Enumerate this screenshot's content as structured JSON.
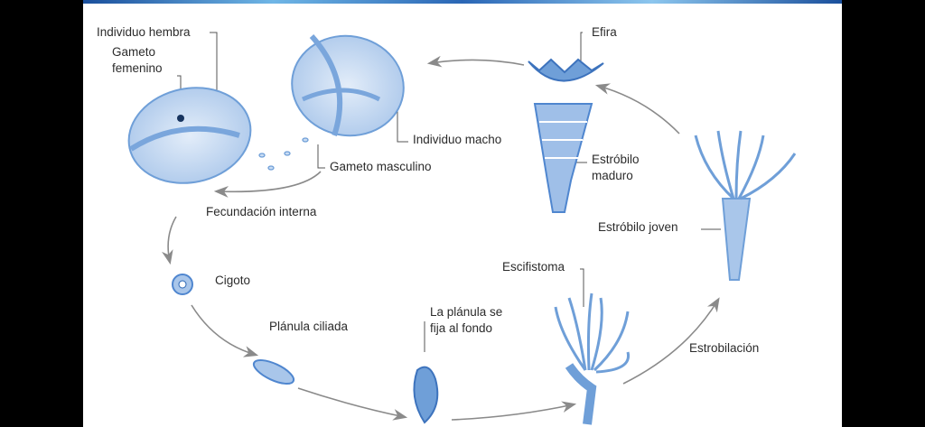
{
  "diagram": {
    "labels": {
      "female": "Individuo hembra",
      "female_gamete_1": "Gameto",
      "female_gamete_2": "femenino",
      "male": "Individuo macho",
      "male_gamete": "Gameto masculino",
      "fertilization": "Fecundación interna",
      "zygote": "Cigoto",
      "planula": "Plánula ciliada",
      "planula_fix_1": "La plánula se",
      "planula_fix_2": "fija al fondo",
      "scyphistoma": "Escifistoma",
      "strobilation": "Estrobilación",
      "young_strobila": "Estróbilo joven",
      "mature_strobila_1": "Estróbilo",
      "mature_strobila_2": "maduro",
      "ephyra": "Efira"
    },
    "colors": {
      "organism": "#6f9fd8",
      "organism_light": "#c9dcf3",
      "arrow": "#8a8a8a",
      "accent": "#2a66b5"
    }
  }
}
